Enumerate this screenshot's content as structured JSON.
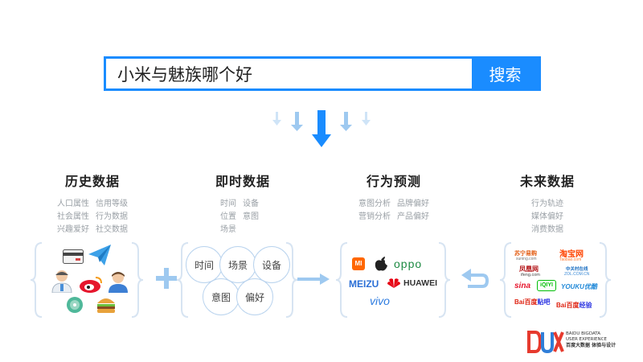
{
  "search": {
    "query": "小米与魅族哪个好",
    "button_label": "搜索"
  },
  "sections": [
    {
      "title": "历史数据",
      "rows": [
        [
          "人口属性",
          "信用等级"
        ],
        [
          "社会属性",
          "行为数据"
        ],
        [
          "兴趣爱好",
          "社交数据"
        ]
      ]
    },
    {
      "title": "即时数据",
      "rows": [
        [
          "时间",
          "设备"
        ],
        [
          "位置",
          "意图"
        ],
        [
          "场景",
          ""
        ]
      ]
    },
    {
      "title": "行为预测",
      "rows": [
        [
          "意图分析",
          "品牌偏好"
        ],
        [
          "营销分析",
          "产品偏好"
        ]
      ]
    },
    {
      "title": "未来数据",
      "rows": [
        [
          "行为轨迹"
        ],
        [
          "媒体偏好"
        ],
        [
          "消费数据"
        ]
      ]
    }
  ],
  "bubbles": [
    "时间",
    "场景",
    "设备",
    "意图",
    "偏好"
  ],
  "brands": {
    "mi": "MI",
    "oppo": "oppo",
    "meizu": "MEIZU",
    "huawei": "HUAWEI",
    "vivo": "vivo"
  },
  "media": {
    "suning": "苏宁易购",
    "suning_sub": "suning.com",
    "taobao": "淘宝网",
    "taobao_sub": "Taobao.com",
    "ifeng": "凤凰网",
    "ifeng_sub": "ifeng.com",
    "zgc": "中关村在线",
    "zgc_sub": "ZOL.COM.CN",
    "sina": "sina",
    "iqiyi": "iQIYI",
    "youku": "YOUKU优酷",
    "baidu1": "Bai百度",
    "baidu2": "Bai百度",
    "baidu1_suffix": "贴吧",
    "baidu2_suffix": "经验"
  },
  "footer": {
    "brand_line1": "BAIDU BIGDATA",
    "brand_line2": "USER EXPERIENCE",
    "brand_cn": "百度大数据 体验与设计"
  },
  "colors": {
    "accent": "#1a8cff",
    "arrow_light": "#9ec9f0",
    "brace": "#d7e4f2"
  }
}
